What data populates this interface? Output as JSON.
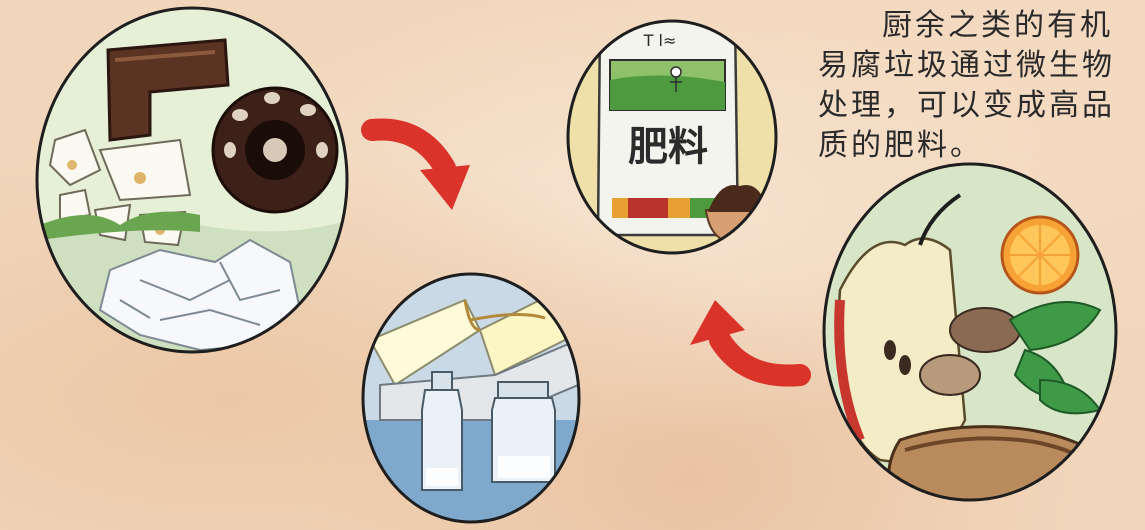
{
  "caption": {
    "lines": [
      "厨余之类的有机",
      "易腐垃圾通过微生物",
      "处理，可以变成高品",
      "质的肥料。"
    ]
  },
  "fertilizer_bag": {
    "label": "肥料",
    "logo_text": "T l≈"
  },
  "colors": {
    "arrow": "#d9332a",
    "circle_outline": "#1e1e1e",
    "background": "#f1d6bb",
    "bag_green": "#4d9a3f"
  }
}
